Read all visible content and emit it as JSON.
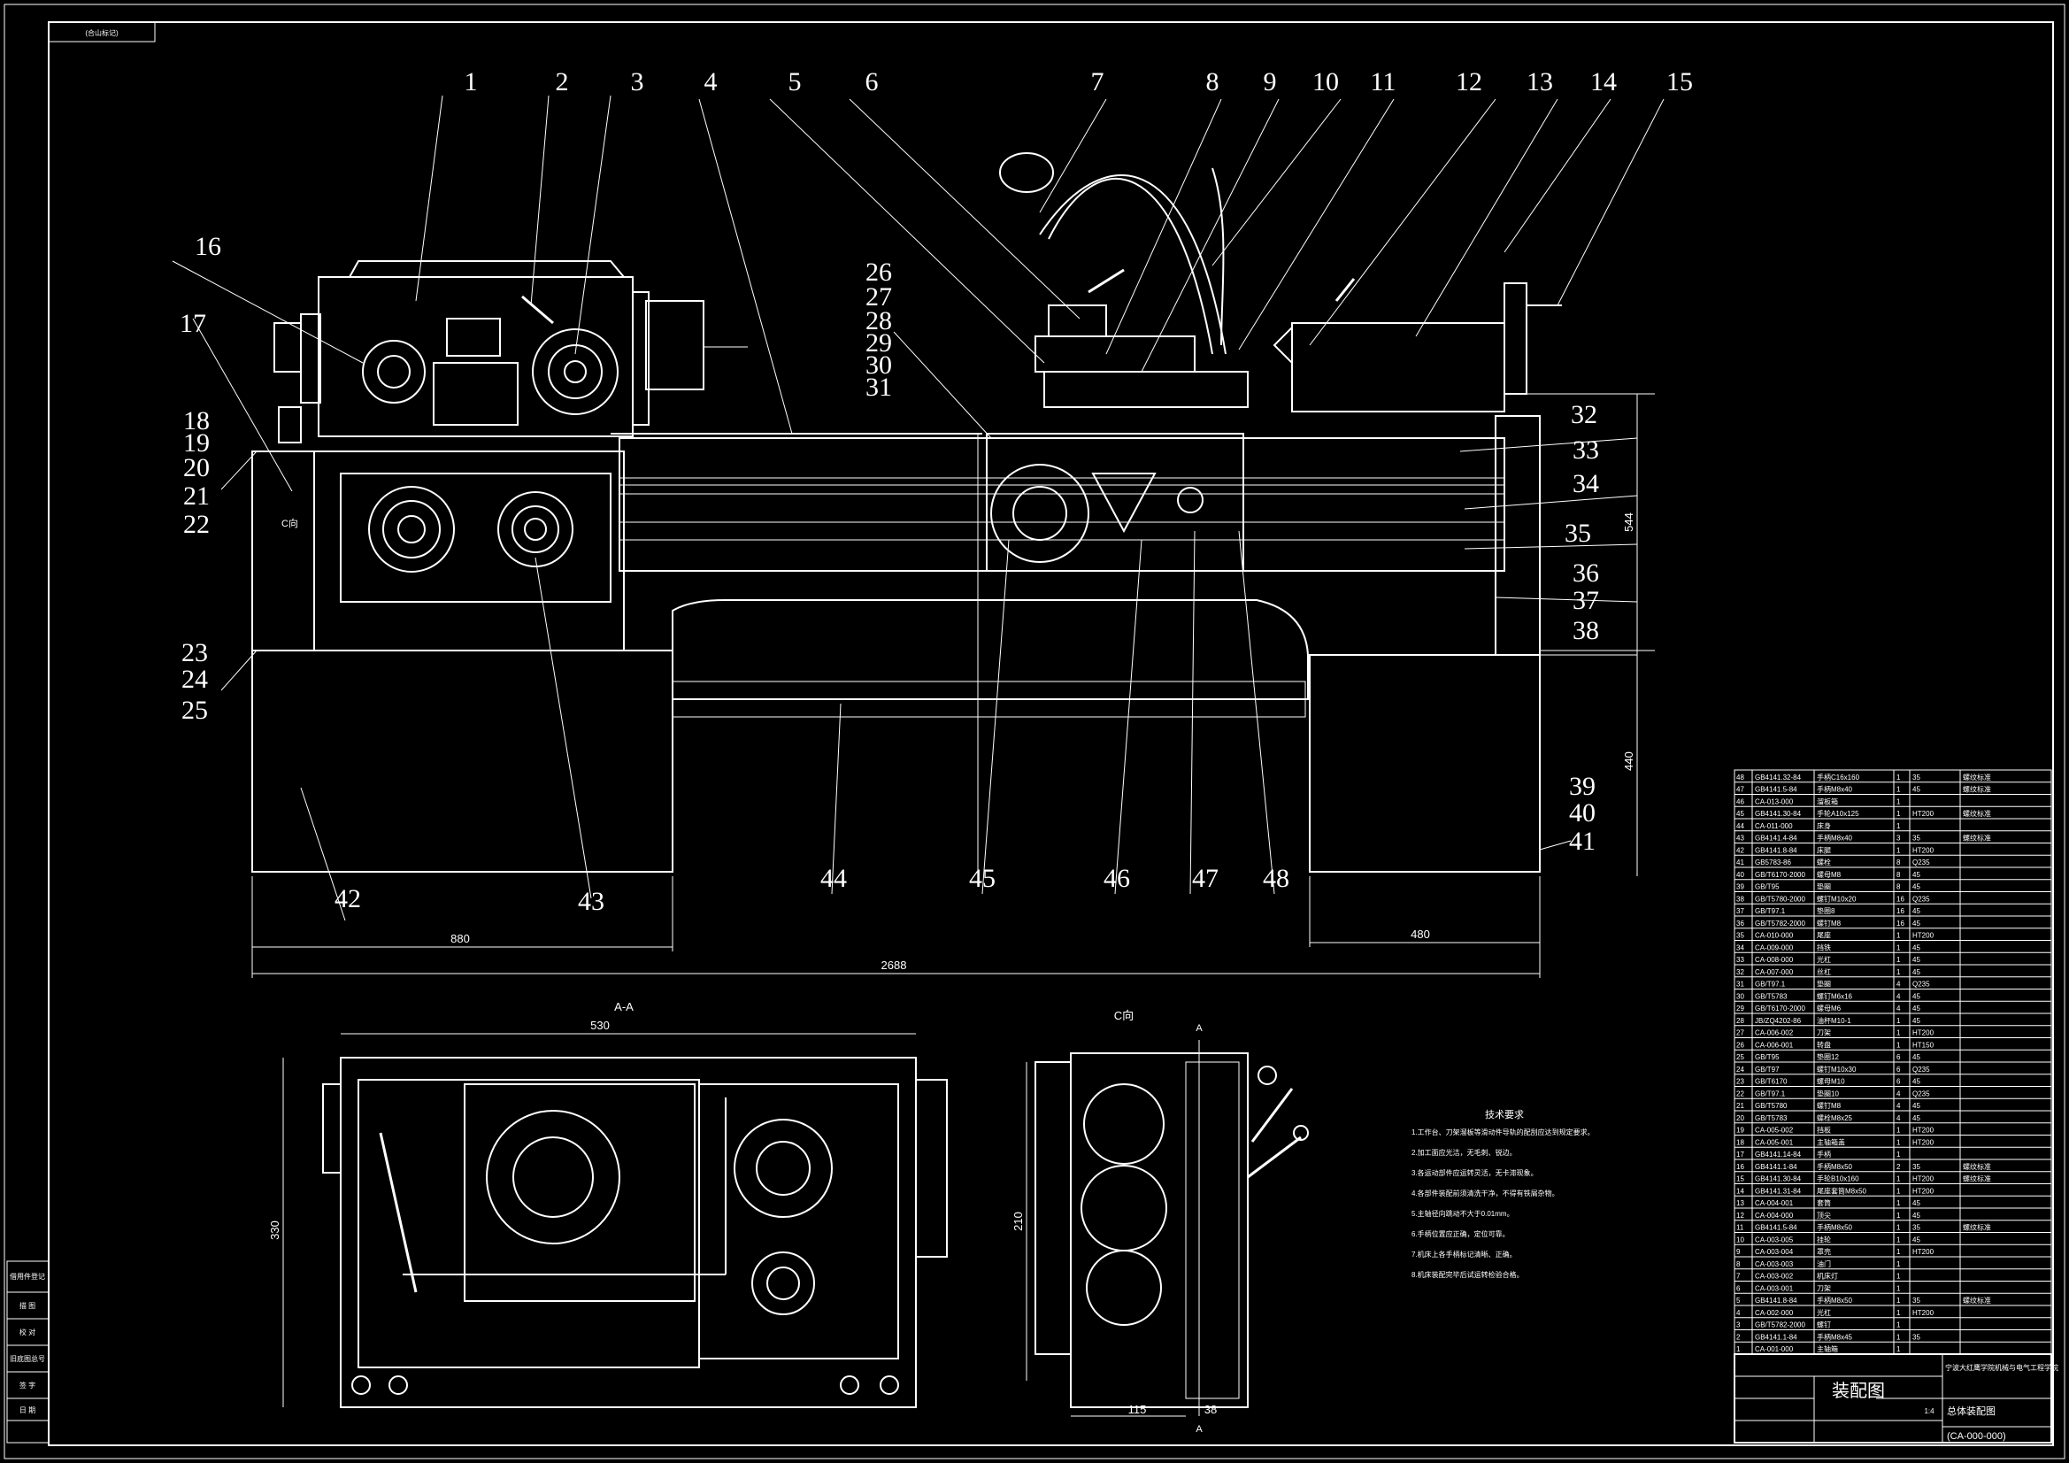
{
  "drawing": {
    "title_stamp": "(合山标记)",
    "part_labels": [
      "1",
      "2",
      "3",
      "4",
      "5",
      "6",
      "7",
      "8",
      "9",
      "10",
      "11",
      "12",
      "13",
      "14",
      "15",
      "16",
      "17",
      "18",
      "19",
      "20",
      "21",
      "22",
      "23",
      "24",
      "25",
      "26",
      "27",
      "28",
      "29",
      "30",
      "31",
      "32",
      "33",
      "34",
      "35",
      "36",
      "37",
      "38",
      "39",
      "40",
      "41",
      "42",
      "43",
      "44",
      "45",
      "46",
      "47",
      "48"
    ],
    "dimensions": {
      "width_left": "880",
      "overall_length": "2688",
      "width_right": "480",
      "height_upper": "544",
      "height_lower": "440",
      "section_aa_width": "530",
      "section_aa_height": "330",
      "view_c_height": "210",
      "view_c_w1": "115",
      "view_c_w2": "38"
    },
    "view_labels": {
      "section": "A-A",
      "view_c": "C向",
      "view_c_small": "C向",
      "cut_mark": "A"
    }
  },
  "tech_requirements": {
    "heading": "技术要求",
    "lines": [
      "1.工作台、刀架溜板等滑动件导轨的配刮应达到规定要求。",
      "2.加工面应光洁，无毛刺、锐边。",
      "3.各运动部件应运转灵活，无卡滞现象。",
      "4.各部件装配前须清洗干净，不得有铁屑杂物。",
      "5.主轴径向跳动不大于0.01mm。",
      "6.手柄位置应正确，定位可靠。",
      "7.机床上各手柄标记清晰、正确。",
      "8.机床装配完毕后试运转检验合格。"
    ]
  },
  "left_strip": {
    "cells": [
      "借用件登记",
      "描 图",
      "校 对",
      "旧底图总号",
      "签 字",
      "日 期"
    ]
  },
  "parts_table": {
    "rows": [
      [
        "48",
        "GB4141.32-84",
        "手柄C16x160",
        "1",
        "35",
        "螺纹标准"
      ],
      [
        "47",
        "GB4141.5-84",
        "手柄M8x40",
        "1",
        "45",
        "螺纹标准"
      ],
      [
        "46",
        "CA-013-000",
        "溜板箱",
        "1",
        "",
        ""
      ],
      [
        "45",
        "GB4141.30-84",
        "手轮A10x125",
        "1",
        "HT200",
        "螺纹标准"
      ],
      [
        "44",
        "CA-011-000",
        "床身",
        "1",
        "",
        ""
      ],
      [
        "43",
        "GB4141.4-84",
        "手柄M8x40",
        "3",
        "35",
        "螺纹标准"
      ],
      [
        "42",
        "GB4141.8-84",
        "床腿",
        "1",
        "HT200",
        ""
      ],
      [
        "41",
        "GB5783-86",
        "螺栓",
        "8",
        "Q235",
        ""
      ],
      [
        "40",
        "GB/T6170-2000",
        "螺母M8",
        "8",
        "45",
        ""
      ],
      [
        "39",
        "GB/T95",
        "垫圈",
        "8",
        "45",
        ""
      ],
      [
        "38",
        "GB/T5780-2000",
        "螺钉M10x20",
        "16",
        "Q235",
        ""
      ],
      [
        "37",
        "GB/T97.1",
        "垫圈8",
        "16",
        "45",
        ""
      ],
      [
        "36",
        "GB/T5782-2000",
        "螺钉M8",
        "16",
        "45",
        ""
      ],
      [
        "35",
        "CA-010-000",
        "尾座",
        "1",
        "HT200",
        ""
      ],
      [
        "34",
        "CA-009-000",
        "挡铁",
        "1",
        "45",
        ""
      ],
      [
        "33",
        "CA-008-000",
        "光杠",
        "1",
        "45",
        ""
      ],
      [
        "32",
        "CA-007-000",
        "丝杠",
        "1",
        "45",
        ""
      ],
      [
        "31",
        "GB/T97.1",
        "垫圈",
        "4",
        "Q235",
        ""
      ],
      [
        "30",
        "GB/T5783",
        "螺钉M6x16",
        "4",
        "45",
        ""
      ],
      [
        "29",
        "GB/T6170-2000",
        "螺母M6",
        "4",
        "45",
        ""
      ],
      [
        "28",
        "JB/ZQ4202-86",
        "油杯M10-1",
        "1",
        "45",
        ""
      ],
      [
        "27",
        "CA-006-002",
        "刀架",
        "1",
        "HT200",
        ""
      ],
      [
        "26",
        "CA-006-001",
        "转盘",
        "1",
        "HT150",
        ""
      ],
      [
        "25",
        "GB/T95",
        "垫圈12",
        "6",
        "45",
        ""
      ],
      [
        "24",
        "GB/T97",
        "螺钉M10x30",
        "6",
        "Q235",
        ""
      ],
      [
        "23",
        "GB/T6170",
        "螺母M10",
        "6",
        "45",
        ""
      ],
      [
        "22",
        "GB/T97.1",
        "垫圈10",
        "4",
        "Q235",
        ""
      ],
      [
        "21",
        "GB/T5780",
        "螺钉M8",
        "4",
        "45",
        ""
      ],
      [
        "20",
        "GB/T5783",
        "螺栓M8x25",
        "4",
        "45",
        ""
      ],
      [
        "19",
        "CA-005-002",
        "挡板",
        "1",
        "HT200",
        ""
      ],
      [
        "18",
        "CA-005-001",
        "主轴箱盖",
        "1",
        "HT200",
        ""
      ],
      [
        "17",
        "GB4141.14-84",
        "手柄",
        "1",
        "",
        ""
      ],
      [
        "16",
        "GB4141.1-84",
        "手柄M8x50",
        "2",
        "35",
        "螺纹标准"
      ],
      [
        "15",
        "GB4141.30-84",
        "手轮B10x160",
        "1",
        "HT200",
        "螺纹标准"
      ],
      [
        "14",
        "GB4141.31-84",
        "尾座套筒M8x50",
        "1",
        "HT200",
        ""
      ],
      [
        "13",
        "CA-004-001",
        "套筒",
        "1",
        "45",
        ""
      ],
      [
        "12",
        "CA-004-000",
        "顶尖",
        "1",
        "45",
        ""
      ],
      [
        "11",
        "GB4141.5-84",
        "手柄M8x50",
        "1",
        "35",
        "螺纹标准"
      ],
      [
        "10",
        "CA-003-005",
        "挂轮",
        "1",
        "45",
        ""
      ],
      [
        "9",
        "CA-003-004",
        "罩壳",
        "1",
        "HT200",
        ""
      ],
      [
        "8",
        "CA-003-003",
        "油门",
        "1",
        "",
        ""
      ],
      [
        "7",
        "CA-003-002",
        "机床灯",
        "1",
        "",
        ""
      ],
      [
        "6",
        "CA-003-001",
        "刀架",
        "1",
        "",
        ""
      ],
      [
        "5",
        "GB4141.8-84",
        "手柄M8x50",
        "1",
        "35",
        "螺纹标准"
      ],
      [
        "4",
        "CA-002-000",
        "光杠",
        "1",
        "HT200",
        ""
      ],
      [
        "3",
        "GB/T5782-2000",
        "螺钉",
        "1",
        "",
        ""
      ],
      [
        "2",
        "GB4141.1-84",
        "手柄M8x45",
        "1",
        "35",
        ""
      ],
      [
        "1",
        "CA-001-000",
        "主轴箱",
        "1",
        "",
        ""
      ]
    ],
    "title_block": {
      "school": "宁波大红鹰学院机械与电气工程学院",
      "drawing_name": "装配图",
      "sub_name": "总体装配图",
      "code": "(CA-000-000)",
      "scale": "1:4"
    }
  }
}
